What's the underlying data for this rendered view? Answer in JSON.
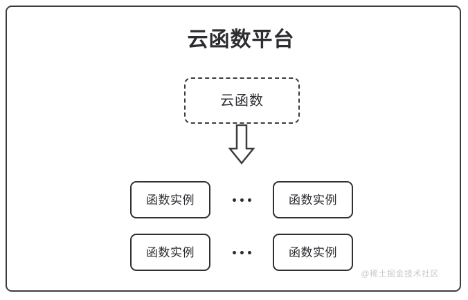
{
  "diagram": {
    "type": "block-diagram",
    "background_color": "#ffffff",
    "stroke_color": "#3b3b40",
    "text_color": "#2c2c31",
    "platform": {
      "title": "云函数平台",
      "border_style": "solid"
    },
    "cloud_function_node": {
      "label": "云函数",
      "border_style": "dashed"
    },
    "arrow": {
      "name": "down-block-arrow",
      "direction": "down"
    },
    "instance_rows": [
      {
        "left_box": {
          "label": "函数实例"
        },
        "ellipsis": "•••",
        "right_box": {
          "label": "函数实例"
        }
      },
      {
        "left_box": {
          "label": "函数实例"
        },
        "ellipsis": "•••",
        "right_box": {
          "label": "函数实例"
        }
      }
    ],
    "watermark": "@稀土掘金技术社区"
  }
}
